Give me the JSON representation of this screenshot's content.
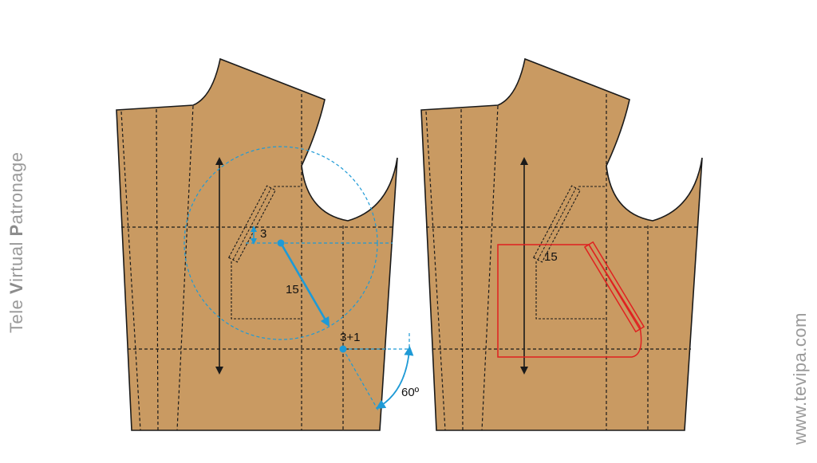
{
  "watermark_left": {
    "part1": "Tele ",
    "bold1": "V",
    "part2": "irtual ",
    "bold2": "P",
    "part3": "atronage"
  },
  "watermark_right": "www.tevipa.com",
  "labels": {
    "offset_3": "3",
    "length_15": "15",
    "offset_3_plus_1": "3+1",
    "angle_60": "60º",
    "right_length_15": "15"
  },
  "colors": {
    "fabric": "#c99a62",
    "outline": "#1a1a1a",
    "construction": "#1e9ad6",
    "pocket_result": "#e02020"
  }
}
